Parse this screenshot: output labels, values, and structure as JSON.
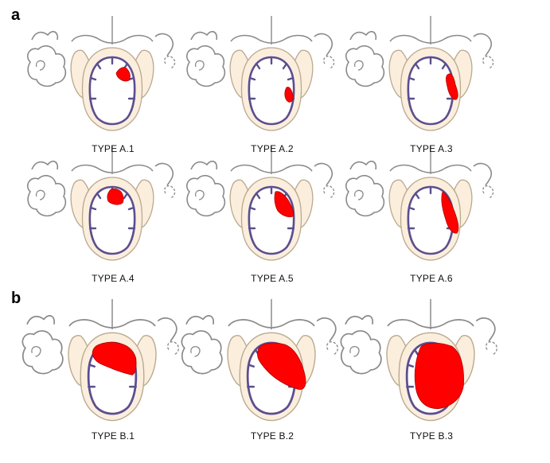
{
  "panels": [
    {
      "letter": "a",
      "types": [
        "TYPE A.1",
        "TYPE A.2",
        "TYPE A.3",
        "TYPE A.4",
        "TYPE A.5",
        "TYPE A.6"
      ]
    },
    {
      "letter": "b",
      "types": [
        "TYPE B.1",
        "TYPE B.2",
        "TYPE B.3"
      ]
    }
  ],
  "colors": {
    "lesion": "#ff0000",
    "canal_outline": "#5b4f8f",
    "bone_fill": "#fbeedd",
    "anatomy_stroke": "#8a8a8a"
  }
}
